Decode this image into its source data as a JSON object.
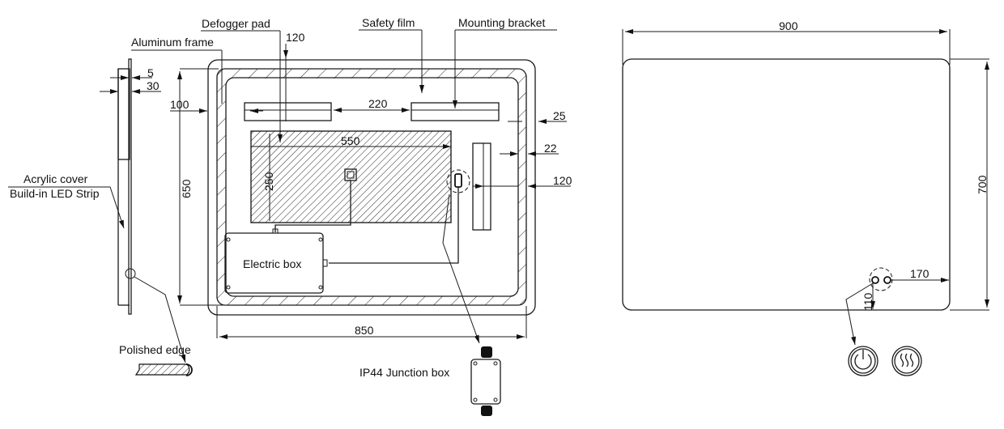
{
  "drawing": {
    "title": "LED mirror technical drawing",
    "units": "mm"
  },
  "labels": {
    "aluminum_frame": "Aluminum frame",
    "defogger_pad": "Defogger pad",
    "safety_film": "Safety film",
    "mounting_bracket": "Mounting bracket",
    "acrylic_cover": "Acrylic cover",
    "led_strip": "Build-in LED Strip",
    "electric_box": "Electric box",
    "polished_edge": "Polished edge",
    "junction_box": "IP44 Junction box"
  },
  "dimensions": {
    "side_5": "5",
    "side_30": "30",
    "bracket_offset_100": "100",
    "pad_top_120": "120",
    "bracket_gap_220": "220",
    "edge_25": "25",
    "edge_22": "22",
    "side_bracket_120": "120",
    "pad_width_550": "550",
    "pad_height_250": "250",
    "height_650": "650",
    "width_850": "850",
    "front_width_900": "900",
    "front_height_700": "700",
    "switch_right_170": "170",
    "switch_bottom_110": "110"
  },
  "icons": {
    "power": "power-icon",
    "defog": "defog-heat-icon"
  }
}
